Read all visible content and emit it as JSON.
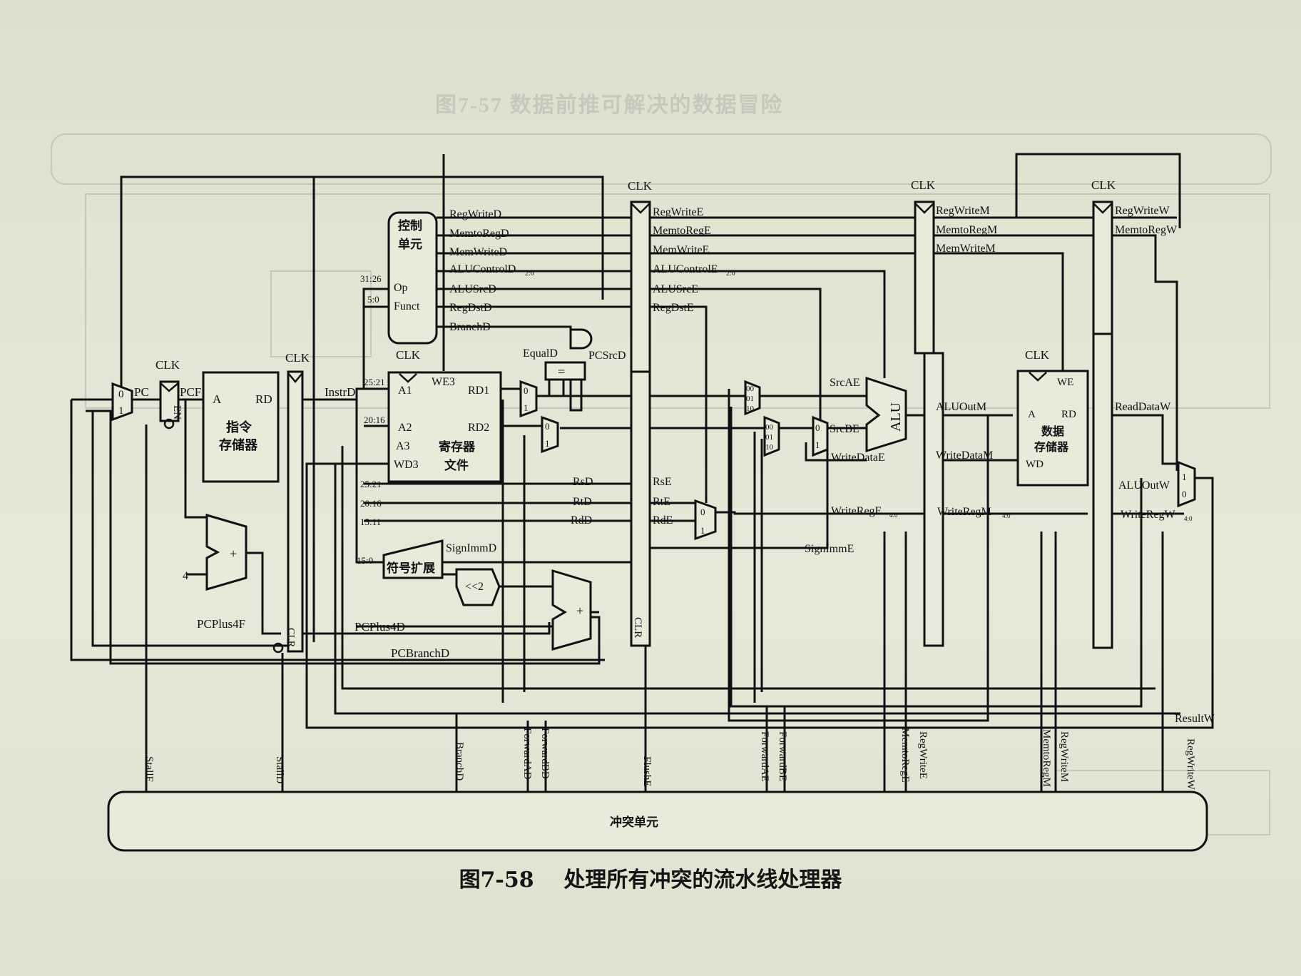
{
  "ghost_text": "图7-57  数据前推可解决的数据冒险",
  "caption": {
    "label": "图7-58",
    "title": "处理所有冲突的流水线处理器"
  },
  "clk": "CLK",
  "pc": {
    "pc": "PC",
    "pcf": "PCF",
    "en": "EN",
    "mux0": "0",
    "mux1": "1"
  },
  "imem": {
    "a": "A",
    "rd": "RD",
    "name1": "指令",
    "name2": "存储器"
  },
  "adder": {
    "plus": "+",
    "four": "4",
    "pcplus4f": "PCPlus4F"
  },
  "instr": "InstrD",
  "ctrl": {
    "name1": "控制",
    "name2": "单元",
    "op": "Op",
    "funct": "Funct",
    "bits_op": "31:26",
    "bits_funct": "5:0",
    "signals": [
      "RegWriteD",
      "MemtoRegD",
      "MemWriteD",
      "ALUControlD",
      "ALUSrcD",
      "RegDstD",
      "BranchD"
    ],
    "sub": "2:0"
  },
  "regfile": {
    "a1": "A1",
    "a2": "A2",
    "a3": "A3",
    "wd3": "WD3",
    "we3": "WE3",
    "rd1": "RD1",
    "rd2": "RD2",
    "name1": "寄存器",
    "name2": "文件",
    "bits": [
      "25:21",
      "20:16",
      "25:21",
      "20:16",
      "15:11",
      "15:0"
    ]
  },
  "decode": {
    "equald": "EqualD",
    "pcsrcd": "PCSrcD",
    "eq": "=",
    "rsd": "RsD",
    "rtd": "RtD",
    "rdd": "RdD",
    "signext": "符号扩展",
    "signimmd": "SignImmD",
    "shift": "<<2",
    "pcplus4d": "PCPlus4D",
    "pcbranchd": "PCBranchD",
    "clr": "CLR"
  },
  "execute": {
    "signals": [
      "RegWriteE",
      "MemtoRegE",
      "MemWriteE",
      "ALUControlE",
      "ALUSrcE",
      "RegDstE"
    ],
    "sub": "2:0",
    "rse": "RsE",
    "rte": "RtE",
    "rde": "RdE",
    "clr": "CLR",
    "srcae": "SrcAE",
    "srcbe": "SrcBE",
    "writedatae": "WriteDataE",
    "writerege": "WriteRegE",
    "rsub": "4:0",
    "signimme": "SignImmE",
    "alu": "ALU",
    "m00": "00",
    "m01": "01",
    "m10": "10"
  },
  "memory": {
    "signals": [
      "RegWriteM",
      "MemtoRegM",
      "MemWriteM"
    ],
    "aluoutm": "ALUOutM",
    "writedatam": "WriteDataM",
    "writeregm": "WriteRegM",
    "rsub": "4:0",
    "we": "WE",
    "a": "A",
    "rd": "RD",
    "wd": "WD",
    "name1": "数据",
    "name2": "存储器"
  },
  "writeback": {
    "signals": [
      "RegWriteW",
      "MemtoRegW"
    ],
    "readdataw": "ReadDataW",
    "aluoutw": "ALUOutW",
    "writeregw": "WriteRegW",
    "rsub": "4:0",
    "resultw": "ResultW"
  },
  "hazard": {
    "name": "冲突单元",
    "signals": [
      "StallF",
      "StallD",
      "BranchD",
      "ForwardAD",
      "ForwardBD",
      "FlushE",
      "ForwardAE",
      "ForwardBE",
      "MemtoRegE",
      "RegWriteE",
      "MemtoRegM",
      "RegWriteM",
      "RegWriteW"
    ]
  }
}
